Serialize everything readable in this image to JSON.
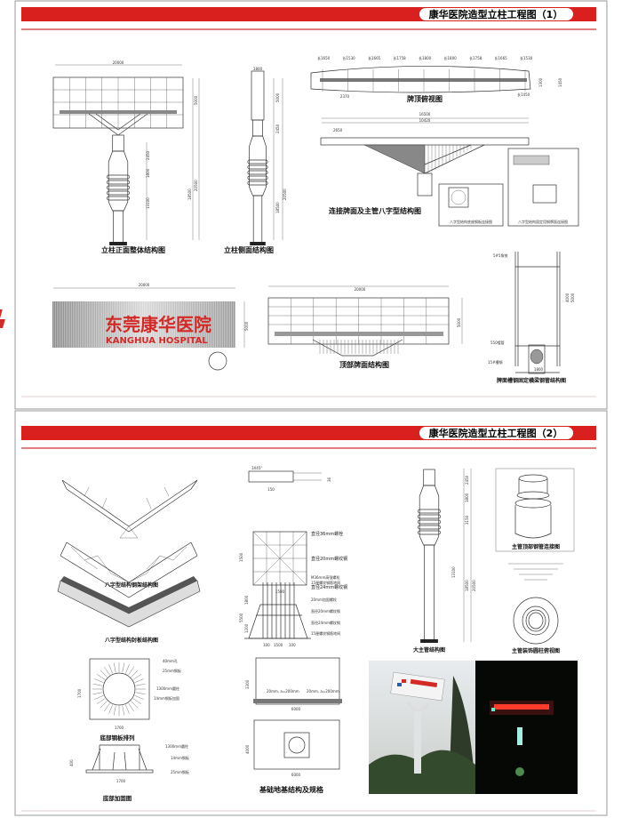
{
  "sheets": [
    {
      "title": "康华医院造型立柱工程图（1）"
    },
    {
      "title": "康华医院造型立柱工程图（2）"
    }
  ],
  "colors": {
    "band": "#d9201f",
    "accent_blue": "#1f5fb4",
    "sign_red": "#d42a26"
  },
  "s1": {
    "front": {
      "title": "立柱正面整体结构图",
      "dims": [
        "20000",
        "2450",
        "1800",
        "3150",
        "13100",
        "18500",
        "20500",
        "5000"
      ]
    },
    "side": {
      "title": "立柱侧面结构图",
      "dims": [
        "1800",
        "5000",
        "2450",
        "18500",
        "20500"
      ]
    },
    "topview": {
      "title": "牌顶俯视图",
      "lengths": [
        "长1650",
        "长1530",
        "长1665",
        "长1758",
        "长1800",
        "长1800",
        "长1758",
        "长1665",
        "长1530"
      ],
      "dims": [
        "2370",
        "1300",
        "1450",
        "长1450"
      ]
    },
    "connect": {
      "title": "连接牌面及主管八字型结构图",
      "dims": [
        "16500",
        "10420",
        "2650"
      ],
      "detail1": "八字型结构底座钢板连接图",
      "detail2": "八字型结构固定用钢牌面连接图"
    },
    "signface": {
      "cn": "东莞康华医院",
      "en": "KANGHUA HOSPITAL",
      "dims": [
        "20000",
        "5000"
      ]
    },
    "topstruct": {
      "title": "顶部牌面结构图",
      "dims": [
        "20000",
        "5000"
      ]
    },
    "beam": {
      "title": "牌面槽钢固定横梁钢管结构图",
      "labels": [
        "5#5角铁",
        "550镀管",
        "15#槽钢"
      ],
      "dims": [
        "1800",
        "4000",
        "5000"
      ]
    }
  },
  "s2": {
    "frame": {
      "title": "八字型结构钢架结构图"
    },
    "cover": {
      "title": "八字型结构封板结构图"
    },
    "bolt": {
      "labels": [
        "3X45°",
        "150",
        "36"
      ]
    },
    "grid": {
      "labels": [
        "直径36mm螺栓",
        "直径20mm螺纹钢",
        "直径24mm螺纹钢"
      ],
      "dims": [
        "1500",
        "1500"
      ]
    },
    "cage": {
      "labels": [
        "M36mm高强螺栓",
        "15厘螺纹钢筋地网",
        "20mm加固螺栓",
        "直径20mm螺纹钢",
        "直径24mm螺纹钢",
        "15厘螺纹钢筋地网"
      ],
      "dims": [
        "5500",
        "1800",
        "1200",
        "100",
        "1500",
        "100"
      ]
    },
    "mainpipe": {
      "title": "大主管结构图",
      "dims": [
        "2450",
        "1800",
        "3150",
        "18500",
        "20500",
        "13100"
      ]
    },
    "pipetop": {
      "title": "主管顶部钢管连接图"
    },
    "pipeview": {
      "title": "主管装饰圆柱俯视图"
    },
    "plate": {
      "title": "底部钢板排列",
      "labels": [
        "40mm孔",
        "25mm钢板",
        "1300mm圆柱",
        "14mm钢板加固"
      ],
      "dims": [
        "1700",
        "1700"
      ]
    },
    "reinforce": {
      "title": "底部加固图",
      "labels": [
        "1300mm圆柱",
        "14mm钢板",
        "25mm钢板"
      ],
      "dims": [
        "400",
        "1700"
      ]
    },
    "foundation": {
      "title": "基础地基结构及规格",
      "labels": [
        "20mm, a=200mm",
        "20mm, a=200mm"
      ],
      "dims": [
        "3300",
        "6000",
        "4000",
        "6000"
      ]
    }
  }
}
